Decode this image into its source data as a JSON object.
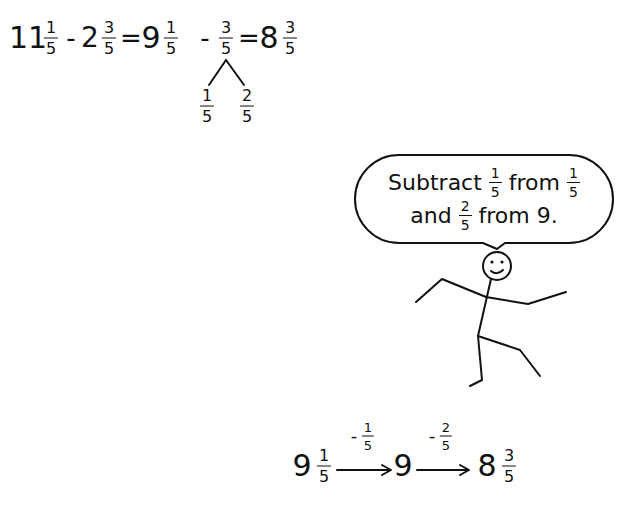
{
  "diagram": {
    "nodes": [
      {
        "text": [
          "Subtract",
          "1",
          "5",
          "from",
          "1",
          "5",
          "and",
          "2",
          "5",
          "from 9."
        ]
      }
    ],
    "labels": [
      "11",
      "1",
      "5",
      "-",
      "2",
      "3",
      "5",
      "=",
      "9",
      "1",
      "5",
      "-",
      "3",
      "5",
      "=",
      "8",
      "3",
      "5",
      "1",
      "5",
      "2",
      "5",
      "9",
      "1",
      "5",
      "-",
      "1",
      "5",
      "9",
      "-",
      "2",
      "5",
      "8",
      "3",
      "5"
    ]
  }
}
